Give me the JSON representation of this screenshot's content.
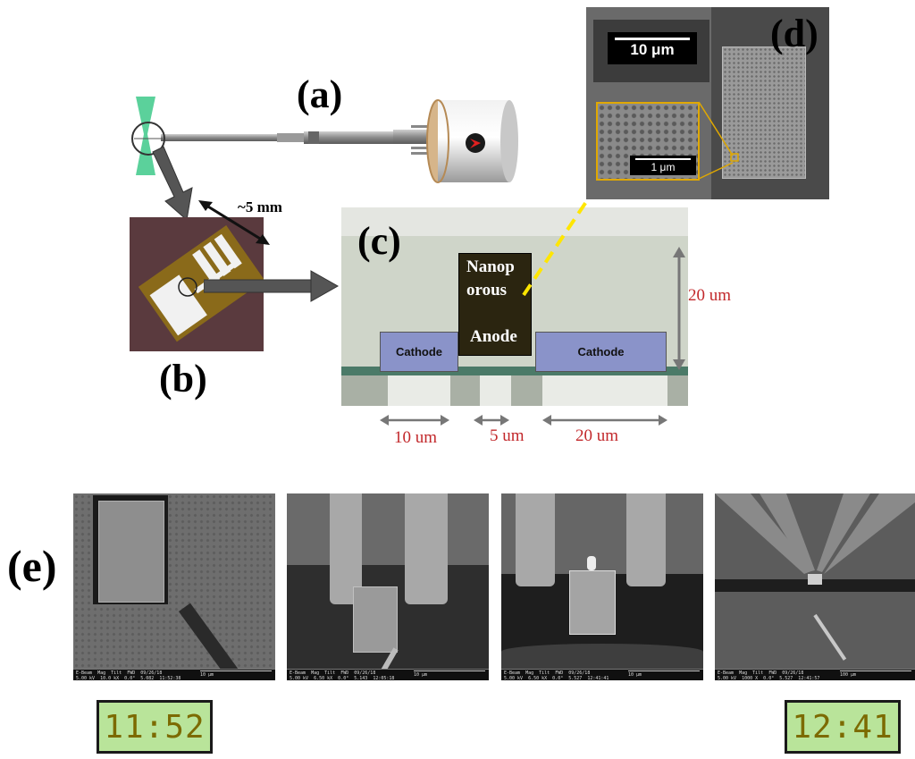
{
  "labels": {
    "a": "(a)",
    "b": "(b)",
    "c": "(c)",
    "d": "(d)",
    "e": "(e)"
  },
  "panel_b": {
    "size_label": "~5 mm"
  },
  "panel_c": {
    "cathode_left": "Cathode",
    "cathode_right": "Cathode",
    "anode_lines": [
      "Nanop",
      "orous",
      "Anode"
    ],
    "dim_height": "20 um",
    "dim_cathode_left": "10 um",
    "dim_gap": "5 um",
    "dim_cathode_right": "20 um"
  },
  "panel_d": {
    "scale_main": "10 μm",
    "scale_inset": "1 μm"
  },
  "panel_e": {
    "images": [
      {
        "info": "E-Beam  Mag  Tilt  FWD  09/26/18\n5.00 kV  10.0 kX  0.0°  5.082  11:52:38",
        "scale": "10 μm"
      },
      {
        "info": "E-Beam  Mag  Tilt  FWD  09/26/18\n5.00 kV  6.50 kX  0.0°  5.143  12:05:18",
        "scale": "10 μm"
      },
      {
        "info": "E-Beam  Mag  Tilt  FWD  09/26/18\n5.00 kV  6.50 kX  0.0°  5.527  12:41:41",
        "scale": "10 μm"
      },
      {
        "info": "E-Beam  Mag  Tilt  FWD  09/26/18\n5.00 kV  1000 X  0.0°  5.527  12:41:57",
        "scale": "100 μm"
      }
    ],
    "time_start": "11:52",
    "time_end": "12:41"
  },
  "colors": {
    "cathode": "#8a93c9",
    "anode": "#2b2510",
    "dimension_text": "#c2282b",
    "arrow_dashed": "#ffe600",
    "inset_border": "#e0a800",
    "clock_bg": "#b9e49a",
    "clock_text": "#7c6a00"
  }
}
